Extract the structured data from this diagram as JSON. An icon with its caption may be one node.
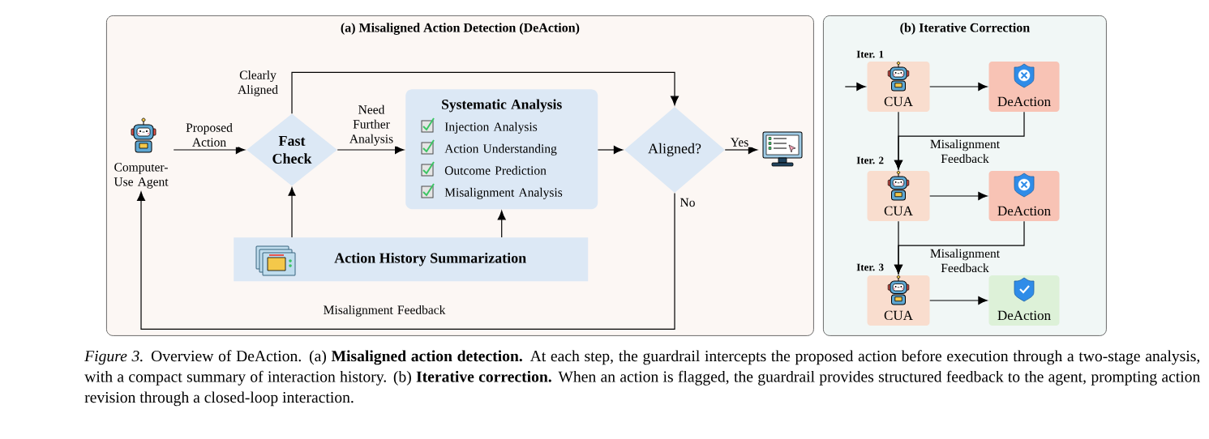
{
  "diagram": {
    "caption": "*Figure 3.* Overview of DeAction. (a) **Misaligned action detection.** At each step, the guardrail intercepts the proposed action before execution through a two-stage analysis, with a compact summary of interaction history. (b) **Iterative correction.** When an action is flagged, the guardrail provides structured feedback to the agent, prompting action revision through a closed-loop interaction.",
    "nodes": [
      {
        "text": [
          "(a) Misaligned Action Detection (DeAction)"
        ]
      },
      {
        "text": [
          "Computer-Use Agent"
        ],
        "in": 0
      },
      {
        "text": [
          "Fast Check"
        ],
        "in": 0
      },
      {
        "text": [
          "Systematic Analysis",
          "Injection Analysis",
          "Action Understanding",
          "Outcome Prediction",
          "Misalignment Analysis"
        ],
        "in": 0
      },
      {
        "text": [
          "Aligned?"
        ],
        "in": 0
      },
      {
        "text": [],
        "shape": "monitor",
        "in": 0
      },
      {
        "text": [
          "Action History Summarization"
        ],
        "in": 0
      },
      {
        "text": [
          "(b) Iterative Correction"
        ]
      },
      {
        "text": [
          "CUA"
        ],
        "beside": [
          "Iter. 1"
        ],
        "in": 7
      },
      {
        "text": [
          "DeAction"
        ],
        "in": 7
      },
      {
        "text": [
          "CUA"
        ],
        "beside": [
          "Iter. 2"
        ],
        "in": 7
      },
      {
        "text": [
          "DeAction"
        ],
        "in": 7
      },
      {
        "text": [
          "CUA"
        ],
        "beside": [
          "Iter. 3"
        ],
        "in": 7
      },
      {
        "text": [
          "DeAction"
        ],
        "in": 7
      }
    ],
    "edges": [
      {
        "from": 1,
        "to": 2,
        "arrow": "to",
        "label": "Proposed Action"
      },
      {
        "from": 2,
        "to": 3,
        "arrow": "to",
        "label": "Need Further Analysis"
      },
      {
        "from": 2,
        "to": 4,
        "arrow": "to",
        "label": "Clearly Aligned"
      },
      {
        "from": 3,
        "to": 4,
        "arrow": "to"
      },
      {
        "from": 4,
        "to": 5,
        "arrow": "to",
        "label": "Yes"
      },
      {
        "from": 4,
        "to": 1,
        "arrow": "to",
        "label": "Misalignment Feedback"
      },
      {
        "from": 6,
        "to": 2,
        "arrow": "to"
      },
      {
        "from": 6,
        "to": 3,
        "arrow": "to"
      },
      {
        "from": null,
        "to": 8,
        "arrow": "to"
      },
      {
        "from": 8,
        "to": 9,
        "arrow": "to"
      },
      {
        "from": 9,
        "to": 10,
        "arrow": "to",
        "label": "Misalignment Feedback"
      },
      {
        "from": 8,
        "to": 10,
        "arrow": "to"
      },
      {
        "from": 10,
        "to": 11,
        "arrow": "to"
      },
      {
        "from": 11,
        "to": 12,
        "arrow": "to",
        "label": "Misalignment Feedback"
      },
      {
        "from": 10,
        "to": 12,
        "arrow": "to"
      },
      {
        "from": 12,
        "to": 13,
        "arrow": "to"
      }
    ],
    "labels": [
      "No"
    ]
  }
}
